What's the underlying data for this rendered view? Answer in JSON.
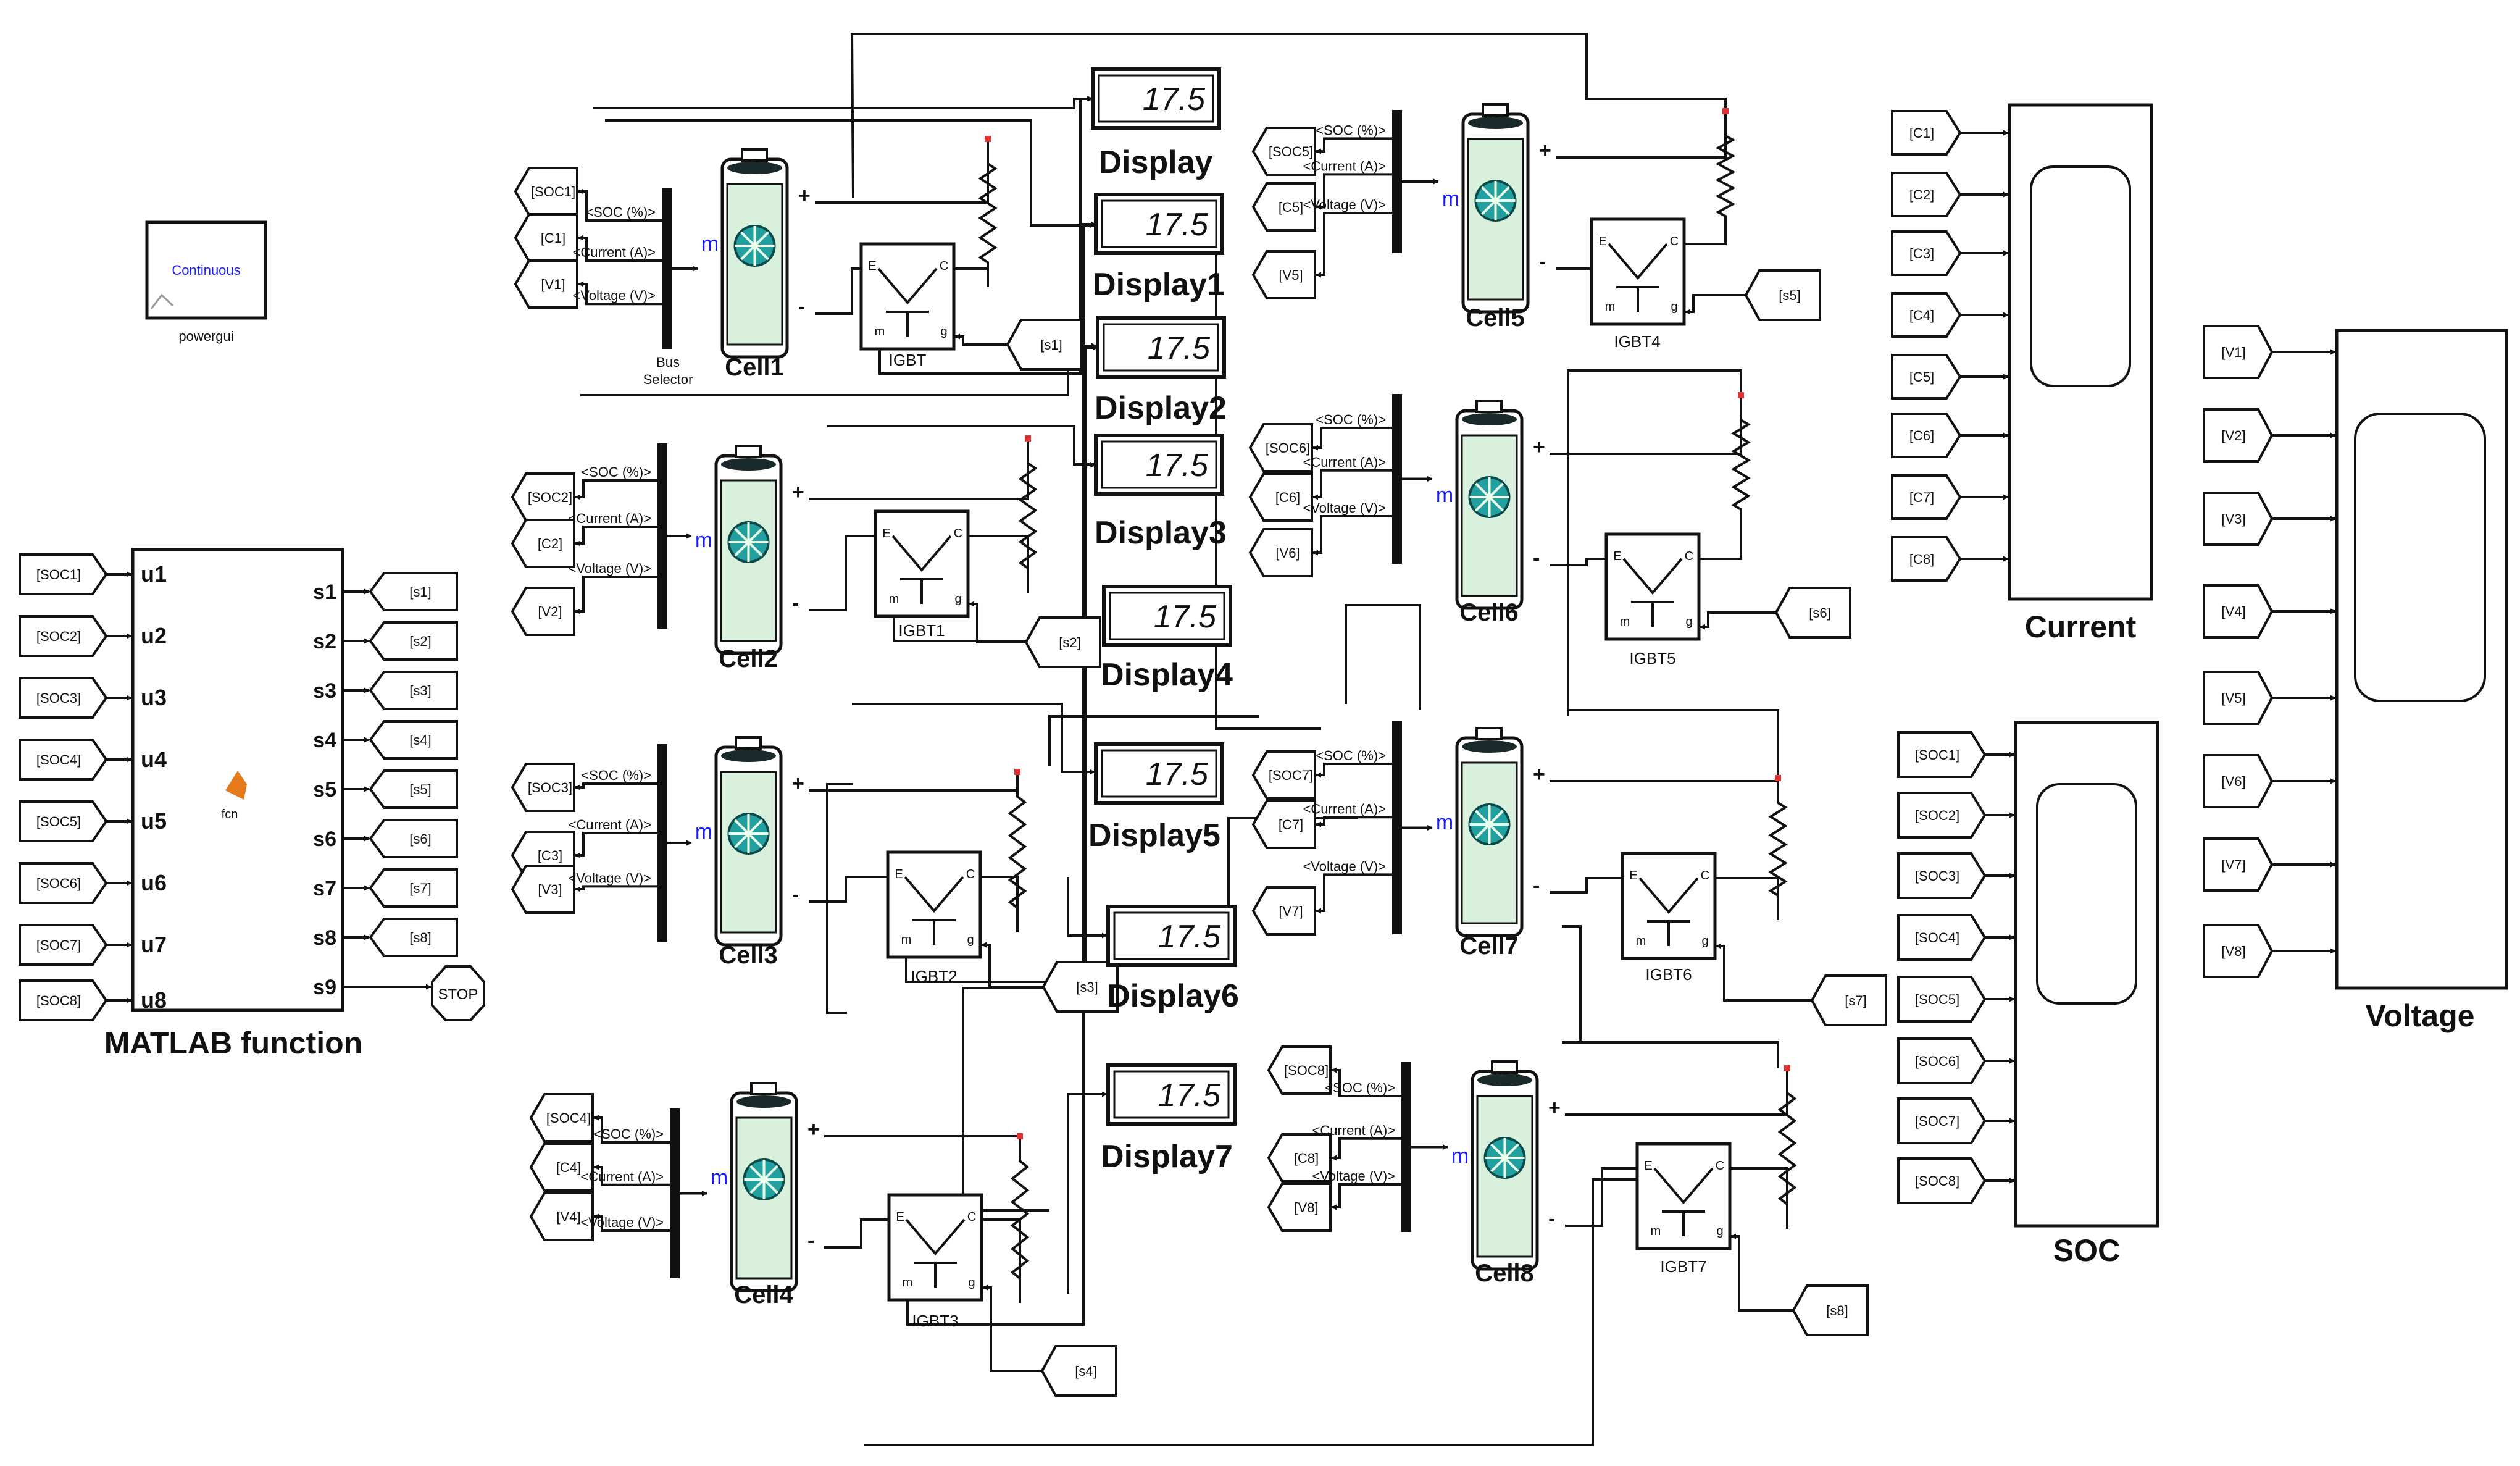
{
  "powergui": {
    "inner": "Continuous",
    "label": "powergui"
  },
  "matlab_fn": {
    "title": "MATLAB function",
    "inputs": [
      "u1",
      "u2",
      "u3",
      "u4",
      "u5",
      "u6",
      "u7",
      "u8"
    ],
    "outputs": [
      "s1",
      "s2",
      "s3",
      "s4",
      "s5",
      "s6",
      "s7",
      "s8",
      "s9"
    ],
    "icon_label": "fcn"
  },
  "soc_tags": [
    "[SOC1]",
    "[SOC2]",
    "[SOC3]",
    "[SOC4]",
    "[SOC5]",
    "[SOC6]",
    "[SOC7]",
    "[SOC8]"
  ],
  "current_tags": [
    "[C1]",
    "[C2]",
    "[C3]",
    "[C4]",
    "[C5]",
    "[C6]",
    "[C7]",
    "[C8]"
  ],
  "voltage_tags": [
    "[V1]",
    "[V2]",
    "[V3]",
    "[V4]",
    "[V5]",
    "[V6]",
    "[V7]",
    "[V8]"
  ],
  "s_tags": [
    "[s1]",
    "[s2]",
    "[s3]",
    "[s4]",
    "[s5]",
    "[s6]",
    "[s7]",
    "[s8]"
  ],
  "stop_label": "STOP",
  "bus_selector": {
    "label_1": "Bus",
    "label_2": "Selector",
    "outputs": [
      "<SOC (%)>",
      "<Current (A)>",
      "<Voltage (V)>"
    ],
    "input_port": "m"
  },
  "cells": [
    "Cell1",
    "Cell2",
    "Cell3",
    "Cell4",
    "Cell5",
    "Cell6",
    "Cell7",
    "Cell8"
  ],
  "igbts": [
    "IGBT",
    "IGBT1",
    "IGBT2",
    "IGBT3",
    "IGBT4",
    "IGBT5",
    "IGBT6",
    "IGBT7"
  ],
  "igbt_ports": {
    "c": "C",
    "e": "E",
    "g": "g",
    "m": "m"
  },
  "cell_ports": {
    "plus": "+",
    "minus": "-",
    "m": "m"
  },
  "displays": [
    {
      "label": "Display",
      "value": "17.5"
    },
    {
      "label": "Display1",
      "value": "17.5"
    },
    {
      "label": "Display2",
      "value": "17.5"
    },
    {
      "label": "Display3",
      "value": "17.5"
    },
    {
      "label": "Display4",
      "value": "17.5"
    },
    {
      "label": "Display5",
      "value": "17.5"
    },
    {
      "label": "Display6",
      "value": "17.5"
    },
    {
      "label": "Display7",
      "value": "17.5"
    }
  ],
  "scopes": {
    "current": "Current",
    "soc": "SOC",
    "voltage": "Voltage"
  },
  "colors": {
    "line": "#111111",
    "accent": "#1a1aff",
    "cell_fill": "#d8f0dc",
    "cell_dark": "#1a2a2a"
  }
}
